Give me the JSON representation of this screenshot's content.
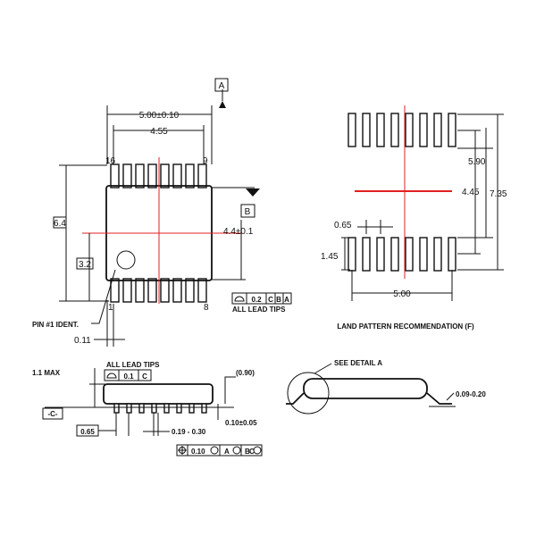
{
  "top_view": {
    "dim_width": "5.00±0.10",
    "dim_pin_span": "4.55",
    "dim_body_width": "4.4±0.1",
    "dim_total_width": "6.4",
    "dim_half": "3.2",
    "pin_16": "16",
    "pin_9": "9",
    "pin_1": "1",
    "pin_8": "8",
    "datum_a": "A",
    "datum_b": "B",
    "pin1_label": "PIN #1 IDENT.",
    "lead_pitch_offset": "0.11",
    "tolerance_value": "0.2",
    "tolerance_refs": [
      "C",
      "B",
      "A"
    ],
    "all_lead_tips": "ALL LEAD TIPS"
  },
  "land_pattern": {
    "dim_590": "5.90",
    "dim_445": "4.45",
    "dim_735": "7.35",
    "dim_065": "0.65",
    "dim_145": "1.45",
    "dim_500": "5.00",
    "title": "LAND PATTERN RECOMMENDATION (F)"
  },
  "side_view": {
    "height_label": "1.1 MAX",
    "all_lead_tips": "ALL LEAD TIPS",
    "tolerance_value": "0.1",
    "tolerance_ref": "C",
    "ref_090": "(0.90)",
    "datum_c": "-C-",
    "pitch": "0.65",
    "lead_width": "0.19 - 0.30",
    "standoff": "0.10±0.05",
    "position_tol": "0.10",
    "position_refs": [
      "A",
      "B",
      "C"
    ]
  },
  "detail_view": {
    "see_detail": "SEE DETAIL A",
    "lead_thickness": "0.09-0.20"
  },
  "colors": {
    "line": "#111111",
    "centerline": "#e02020"
  }
}
